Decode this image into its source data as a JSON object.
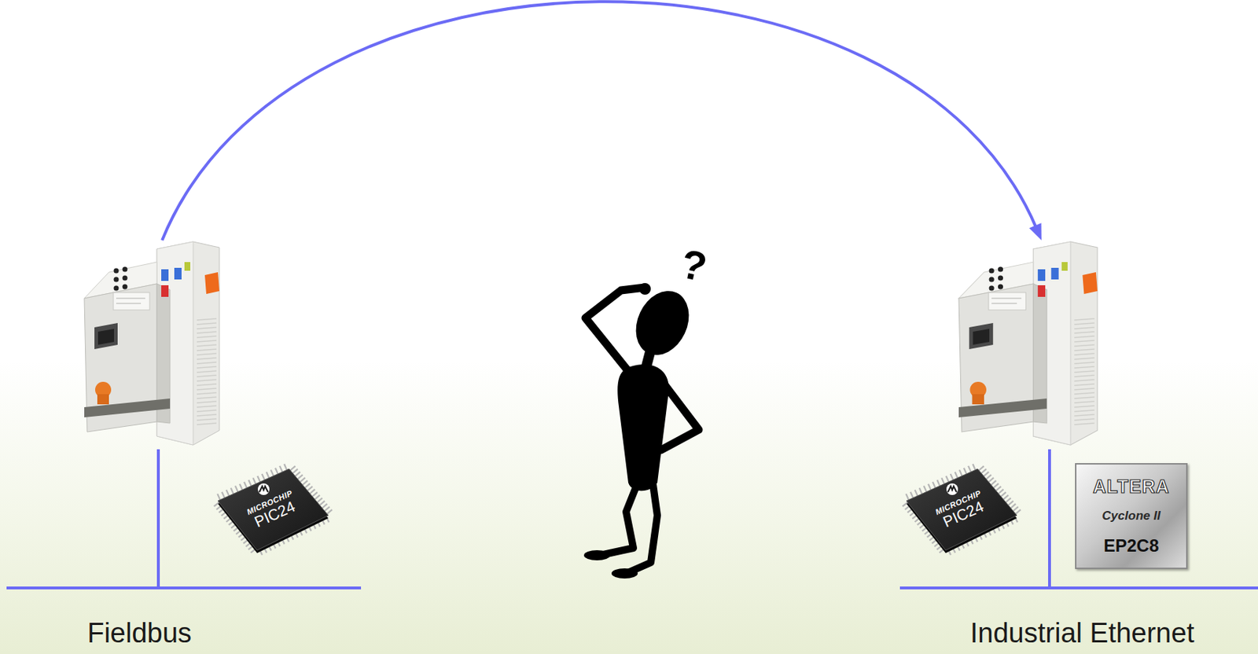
{
  "diagram": {
    "nodes": [
      {
        "text": [
          "Fieldbus"
        ]
      },
      {
        "text": [
          "MICROCHIP",
          "PIC24"
        ]
      },
      {
        "text": [
          "Industrial Ethernet"
        ]
      },
      {
        "text": [
          "MICROCHIP",
          "PIC24"
        ]
      },
      {
        "text": [
          "ALTERA",
          "Cyclone II",
          "EP2C8"
        ]
      }
    ],
    "edges": [
      {
        "from": 0,
        "to": 2,
        "arrow": "to"
      }
    ],
    "labels": [
      "?"
    ]
  }
}
